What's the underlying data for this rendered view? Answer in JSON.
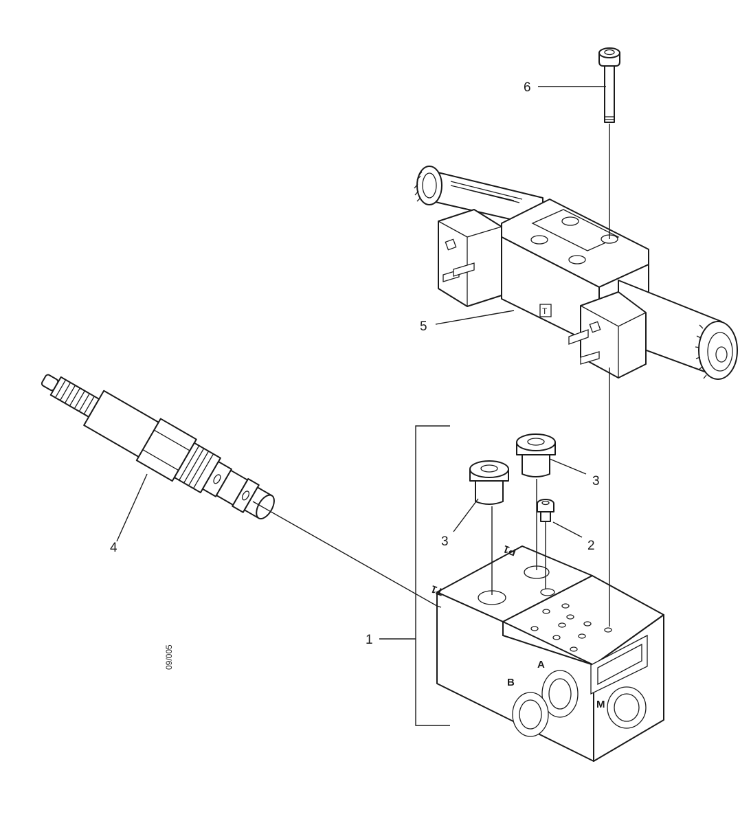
{
  "callouts": [
    {
      "id": "1",
      "label": "1"
    },
    {
      "id": "2",
      "label": "2"
    },
    {
      "id": "3a",
      "label": "3"
    },
    {
      "id": "3b",
      "label": "3"
    },
    {
      "id": "4",
      "label": "4"
    },
    {
      "id": "5",
      "label": "5"
    },
    {
      "id": "6",
      "label": "6"
    }
  ],
  "port_labels": {
    "A": "A",
    "B": "B",
    "M": "M",
    "T1": "T1",
    "P1": "P1",
    "T": "T"
  },
  "drawing_code": "09/005",
  "colors": {
    "line": "#1a1a1a",
    "background": "#ffffff"
  }
}
